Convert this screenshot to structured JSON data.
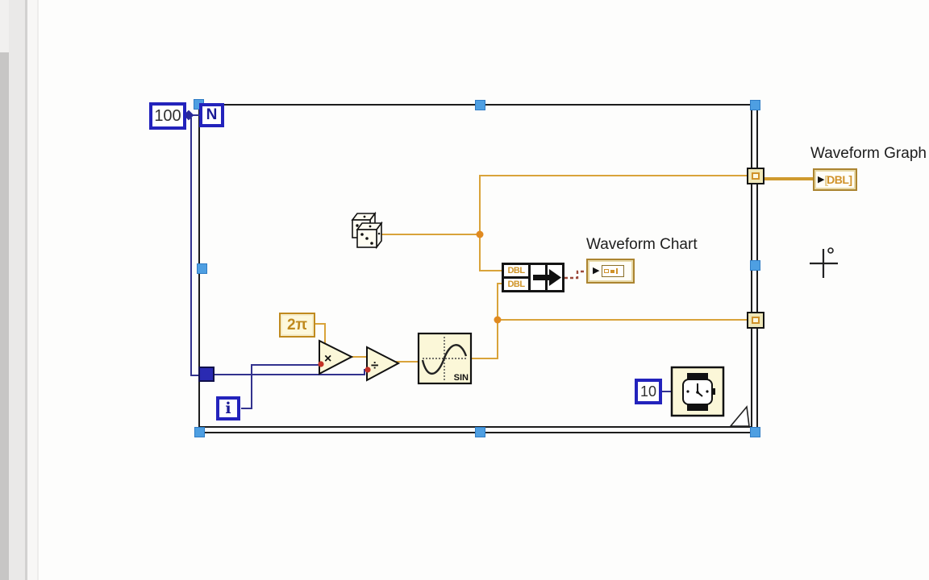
{
  "app": "LabVIEW block diagram",
  "colors": {
    "background": "#fdfdfc",
    "loop_border": "#1c1c1c",
    "selection_handle": "#4e9fe2",
    "integer_blue": "#2323bc",
    "integer_wire": "#32328e",
    "dbl_orange_wire": "#d9a33a",
    "orange_terminal_border": "#ab8430",
    "node_fill": "#fbf7d8",
    "coercion_dot": "#c43226",
    "cluster_wire": "#9c4a3c"
  },
  "diagram": {
    "count_constant": "100",
    "n_terminal": "N",
    "i_terminal": "i",
    "two_pi_constant": "2π",
    "multiply_glyph": "×",
    "divide_glyph": "÷",
    "sine_label": "SIN",
    "bundle_inputs": [
      "DBL",
      "DBL"
    ],
    "wait_constant": "10",
    "chart": {
      "label": "Waveform Chart",
      "arrow": "▶"
    },
    "graph": {
      "label": "Waveform Graph",
      "arrow": "▶",
      "bracket_open": "[",
      "type": "DBL",
      "bracket_close": "]"
    }
  }
}
